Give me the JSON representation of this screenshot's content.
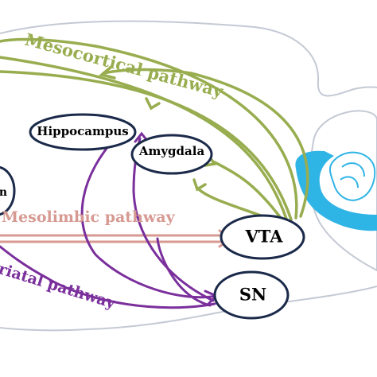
{
  "colors": {
    "mesocortical": "#98ad4f",
    "mesolimbic": "#d79a93",
    "nigrostriatal": "#7a2f9c",
    "node_border": "#1b2a4a",
    "brain_outline": "#c4c9d4",
    "cerebellum": "#2fb4e6"
  },
  "labels": {
    "mesocortical": "Mesocortical pathway",
    "mesolimbic": "Mesolimbic pathway",
    "nigrostriatal": "Nigro striatal pathway"
  },
  "nodes": {
    "hippocampus": "Hippocampus",
    "amygdala": "Amygdala",
    "vta": "VTA",
    "sn": "SN",
    "left_partial": "n"
  }
}
